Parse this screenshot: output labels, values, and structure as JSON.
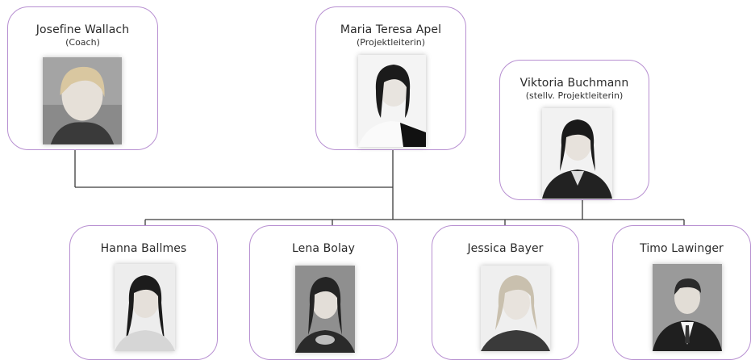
{
  "top": [
    {
      "name": "Josefine Wallach",
      "role": "(Coach)",
      "icon": "portrait-woman-blonde"
    },
    {
      "name": "Maria Teresa Apel",
      "role": "(Projektleiterin)",
      "icon": "portrait-woman-dark-hair"
    },
    {
      "name": "Viktoria Buchmann",
      "role": "(stellv. Projektleiterin)",
      "icon": "portrait-woman-dark-hair"
    }
  ],
  "bottom": [
    {
      "name": "Hanna Ballmes",
      "icon": "portrait-woman-dark-hair"
    },
    {
      "name": "Lena Bolay",
      "icon": "portrait-woman-dark-hair"
    },
    {
      "name": "Jessica Bayer",
      "icon": "portrait-woman-blonde"
    },
    {
      "name": "Timo Lawinger",
      "icon": "portrait-man-suit"
    }
  ],
  "colors": {
    "card_border": "#b78fd1",
    "connector": "#3a3a3a"
  }
}
